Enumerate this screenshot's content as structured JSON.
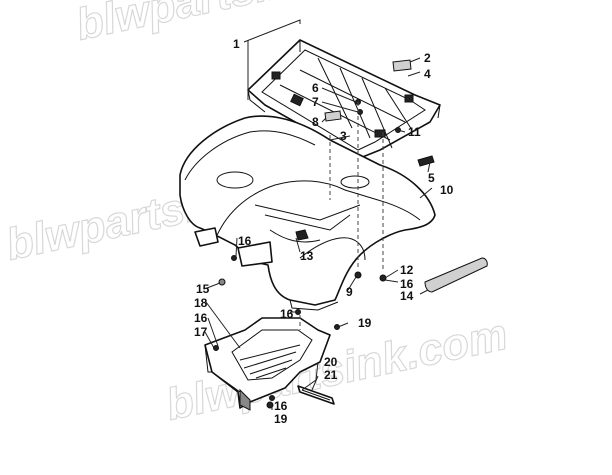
{
  "watermark": "blwpartsink.com",
  "callouts": {
    "c1": "1",
    "c2": "2",
    "c3": "3",
    "c4": "4",
    "c5": "5",
    "c6": "6",
    "c7": "7",
    "c8": "8",
    "c9": "9",
    "c10": "10",
    "c11": "11",
    "c12": "12",
    "c13": "13",
    "c14": "14",
    "c15": "15",
    "c16a": "16",
    "c16b": "16",
    "c16c": "16",
    "c16d": "16",
    "c16e": "16",
    "c17": "17",
    "c18": "18",
    "c19a": "19",
    "c19b": "19",
    "c20": "20",
    "c21": "21"
  },
  "icons": {
    "rack": "rear-rack-icon",
    "fender": "rear-fender-icon",
    "footwell": "footwell-icon",
    "fastener": "fastener-icon",
    "decal": "decal-icon",
    "reflector": "reflector-icon"
  }
}
